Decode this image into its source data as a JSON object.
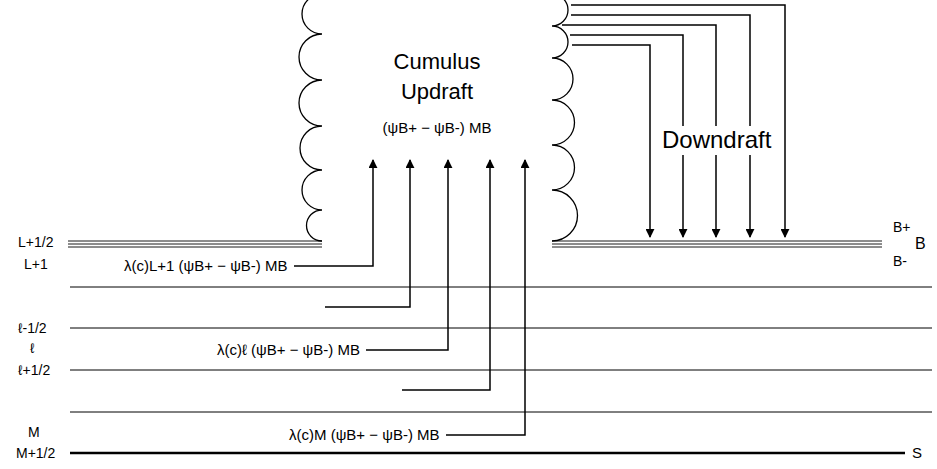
{
  "diagram": {
    "nodes": [
      {
        "text": [
          "Cumulus Updraft",
          "(ψB+ − ψB-) MB"
        ]
      }
    ],
    "labels": [
      "L+1/2",
      "L+1",
      "ℓ-1/2",
      "ℓ",
      "ℓ+1/2",
      "M",
      "M+1/2",
      "B+",
      "B",
      "B-",
      "S",
      "λ(c)L+1 (ψB+ − ψB-) MB",
      "λ(c)ℓ (ψB+ − ψB-) MB",
      "λ(c)M (ψB+ − ψB-) MB",
      "Downdraft"
    ]
  }
}
